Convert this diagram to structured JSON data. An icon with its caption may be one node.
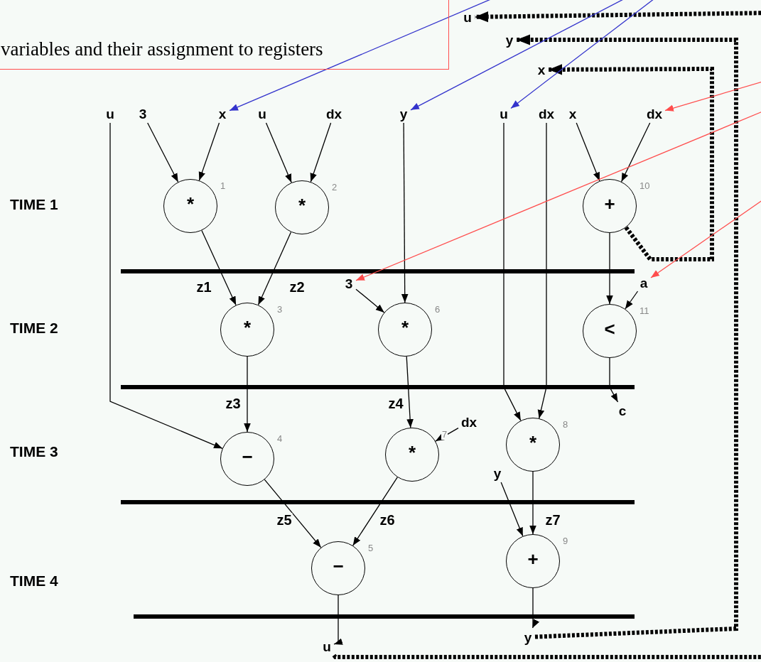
{
  "diagram": {
    "nodes": [
      {
        "text": [
          "variables and their assignment to registers"
        ]
      },
      {
        "text": [
          "u"
        ]
      },
      {
        "text": [
          "3"
        ]
      },
      {
        "text": [
          "x"
        ]
      },
      {
        "text": [
          "u"
        ]
      },
      {
        "text": [
          "dx"
        ]
      },
      {
        "text": [
          "y"
        ]
      },
      {
        "text": [
          "u"
        ]
      },
      {
        "text": [
          "dx"
        ]
      },
      {
        "text": [
          "x"
        ]
      },
      {
        "text": [
          "dx"
        ]
      },
      {
        "text": [
          "u"
        ]
      },
      {
        "text": [
          "y"
        ]
      },
      {
        "text": [
          "x"
        ]
      },
      {
        "text": [
          "*"
        ],
        "beside": [
          "1"
        ]
      },
      {
        "text": [
          "*"
        ],
        "beside": [
          "2"
        ]
      },
      {
        "text": [
          "+"
        ],
        "beside": [
          "10"
        ]
      },
      {
        "text": [
          "3"
        ]
      },
      {
        "text": [
          "*"
        ],
        "beside": [
          "3"
        ]
      },
      {
        "text": [
          "*"
        ],
        "beside": [
          "6"
        ]
      },
      {
        "text": [
          "a"
        ]
      },
      {
        "text": [
          "<"
        ],
        "beside": [
          "11"
        ]
      },
      {
        "text": [
          "c"
        ]
      },
      {
        "text": [
          "−"
        ],
        "beside": [
          "4"
        ]
      },
      {
        "text": [
          "*"
        ],
        "beside": [
          "7"
        ]
      },
      {
        "text": [
          "dx"
        ]
      },
      {
        "text": [
          "*"
        ],
        "beside": [
          "8"
        ]
      },
      {
        "text": [
          "y"
        ]
      },
      {
        "text": [
          "+"
        ],
        "beside": [
          "9"
        ]
      },
      {
        "text": [
          "−"
        ],
        "beside": [
          "5"
        ]
      },
      {
        "text": [
          "u"
        ]
      },
      {
        "text": [
          "y"
        ]
      }
    ],
    "edges": [
      {
        "from": 1,
        "to": 23,
        "arrow": "to"
      },
      {
        "from": 2,
        "to": 14,
        "arrow": "to"
      },
      {
        "from": 3,
        "to": 14,
        "arrow": "to"
      },
      {
        "from": 4,
        "to": 15,
        "arrow": "to"
      },
      {
        "from": 5,
        "to": 15,
        "arrow": "to"
      },
      {
        "from": 6,
        "to": 19,
        "arrow": "to"
      },
      {
        "from": 7,
        "to": 26,
        "arrow": "to"
      },
      {
        "from": 8,
        "to": 26,
        "arrow": "to"
      },
      {
        "from": 9,
        "to": 16,
        "arrow": "to"
      },
      {
        "from": 10,
        "to": 16,
        "arrow": "to"
      },
      {
        "from": 14,
        "to": 18,
        "arrow": "to",
        "label": "z1"
      },
      {
        "from": 15,
        "to": 18,
        "arrow": "to",
        "label": "z2"
      },
      {
        "from": 17,
        "to": 19,
        "arrow": "to"
      },
      {
        "from": 16,
        "to": 21,
        "arrow": "to"
      },
      {
        "from": 20,
        "to": 21,
        "arrow": "to"
      },
      {
        "from": 21,
        "to": 22,
        "arrow": "to"
      },
      {
        "from": 18,
        "to": 23,
        "arrow": "to",
        "label": "z3"
      },
      {
        "from": 19,
        "to": 24,
        "arrow": "to",
        "label": "z4"
      },
      {
        "from": 25,
        "to": 24,
        "arrow": "to"
      },
      {
        "from": 23,
        "to": 29,
        "arrow": "to",
        "label": "z5"
      },
      {
        "from": 24,
        "to": 29,
        "arrow": "to",
        "label": "z6"
      },
      {
        "from": 26,
        "to": 28,
        "arrow": "to",
        "label": "z7"
      },
      {
        "from": 27,
        "to": 28,
        "arrow": "to"
      },
      {
        "from": 29,
        "to": 30,
        "arrow": "to"
      },
      {
        "from": 28,
        "to": 31,
        "arrow": "to"
      },
      {
        "from": 16,
        "to": 13,
        "arrow": "to",
        "style": "dashed"
      },
      {
        "from": 31,
        "to": 12,
        "arrow": "to",
        "style": "dashed"
      },
      {
        "from": 30,
        "to": 11,
        "arrow": "to",
        "style": "dashed"
      },
      {
        "from": null,
        "to": 3,
        "arrow": "to",
        "color": "#3333cc"
      },
      {
        "from": null,
        "to": 6,
        "arrow": "to",
        "color": "#3333cc"
      },
      {
        "from": null,
        "to": 7,
        "arrow": "to",
        "color": "#3333cc"
      },
      {
        "from": null,
        "to": 10,
        "arrow": "to",
        "color": "#ff4d4d"
      },
      {
        "from": null,
        "to": 17,
        "arrow": "to",
        "color": "#ff4d4d"
      },
      {
        "from": null,
        "to": 20,
        "arrow": "to",
        "color": "#ff4d4d"
      }
    ],
    "labels": [
      "TIME 1",
      "TIME 2",
      "TIME 3",
      "TIME 4"
    ]
  }
}
